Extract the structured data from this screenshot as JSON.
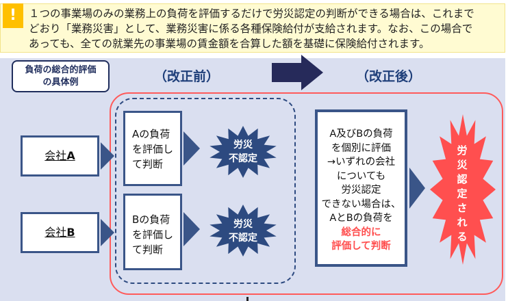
{
  "notice": {
    "icon": "exclamation-icon",
    "mark": "!",
    "lines": [
      "１つの事業場のみの業務上の負荷を評価するだけで労災認定の判断ができる場合は、これまで",
      "どおり「業務災害」として、業務災害に係る各種保険給付が支給されます。なお、この場合で",
      "あっても、全ての就業先の事業場の賃金額を合算した額を基礎に保険給付されます。"
    ]
  },
  "label": {
    "line1": "負荷の総合的評価",
    "line2": "の具体例"
  },
  "before": "（改正前）",
  "after": "（改正後）",
  "companies": [
    {
      "name": "会社",
      "letter": "A"
    },
    {
      "name": "会社",
      "letter": "B"
    }
  ],
  "eval_boxes": [
    {
      "lines": [
        "Aの負荷",
        "を評価し",
        "て判断"
      ]
    },
    {
      "lines": [
        "Bの負荷",
        "を評価し",
        "て判断"
      ]
    }
  ],
  "not_certified": {
    "line1": "労災",
    "line2": "不認定"
  },
  "combined": {
    "lines": [
      "A及びBの負荷",
      "を個別に評価",
      "→いずれの会社",
      "についても",
      "労災認定",
      "できない場合は、",
      "AとBの負荷を"
    ],
    "highlight": [
      "総合的に",
      "評価して判断"
    ]
  },
  "result": {
    "chars": [
      "労",
      "災",
      "認",
      "定",
      "さ",
      "れ",
      "る"
    ]
  },
  "colors": {
    "navy": "#3a5588",
    "red": "#ff4f4f",
    "warn": "#ffc000"
  }
}
